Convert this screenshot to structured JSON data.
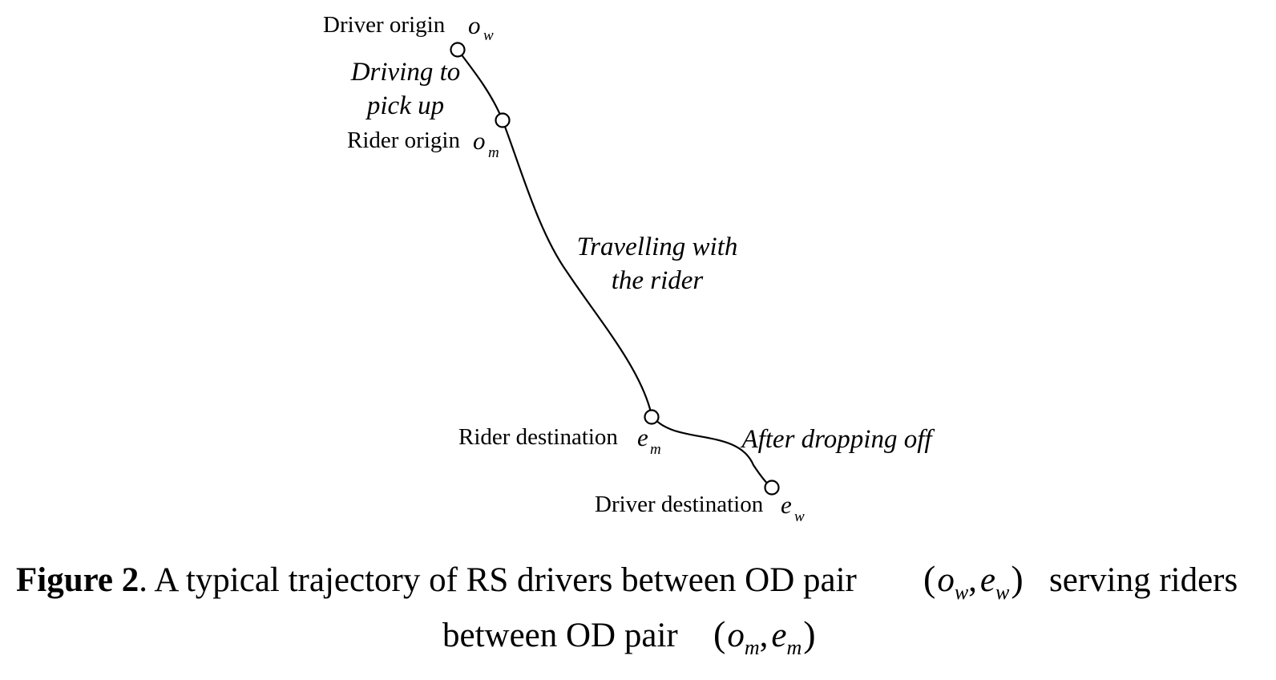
{
  "diagram": {
    "nodes": {
      "driver_origin": {
        "label": "Driver origin",
        "symbol": "o",
        "subscript": "w"
      },
      "rider_origin": {
        "label": "Rider origin",
        "symbol": "o",
        "subscript": "m"
      },
      "rider_destination": {
        "label": "Rider destination",
        "symbol": "e",
        "subscript": "m"
      },
      "driver_destination": {
        "label": "Driver destination",
        "symbol": "e",
        "subscript": "w"
      }
    },
    "segments": {
      "pickup": {
        "line1": "Driving to",
        "line2": "pick up"
      },
      "travel": {
        "line1": "Travelling with",
        "line2": "the rider"
      },
      "after": {
        "line1": "After dropping off"
      }
    }
  },
  "caption": {
    "bold": "Figure 2",
    "line1_text": ". A typical trajectory of RS drivers between OD pair",
    "line1_tail": "serving riders",
    "line2_text": "between OD pair",
    "pair_driver": {
      "open": "(",
      "a": "o",
      "a_sub": "w",
      "comma": ",",
      "b": "e",
      "b_sub": "w",
      "close": ")"
    },
    "pair_rider": {
      "open": "(",
      "a": "o",
      "a_sub": "m",
      "comma": ",",
      "b": "e",
      "b_sub": "m",
      "close": ")"
    }
  }
}
